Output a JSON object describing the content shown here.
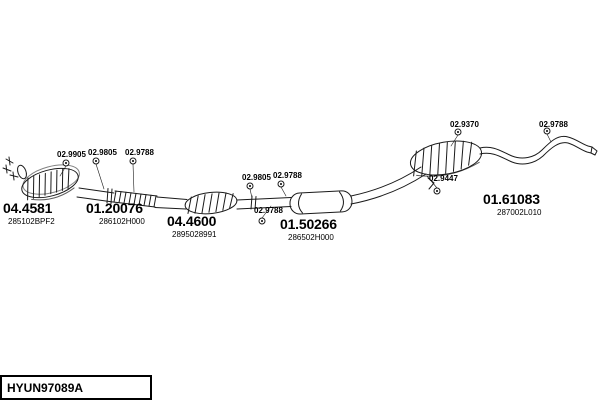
{
  "diagram": {
    "id_label": "HYUN97089A",
    "parts": [
      {
        "callout": "04.4581",
        "part_number": "285102BPF2"
      },
      {
        "callout": "01.20076",
        "part_number": "286102H000"
      },
      {
        "callout": "04.4600",
        "part_number": "2895028991"
      },
      {
        "callout": "01.50266",
        "part_number": "286502H000"
      },
      {
        "callout": "01.61083",
        "part_number": "287002L010"
      }
    ],
    "fasteners": [
      {
        "callout": "02.9905"
      },
      {
        "callout": "02.9805"
      },
      {
        "callout": "02.9788"
      },
      {
        "callout": "02.9805"
      },
      {
        "callout": "02.9788"
      },
      {
        "callout": "02.9788"
      },
      {
        "callout": "02.9447"
      },
      {
        "callout": "02.9370"
      },
      {
        "callout": "02.9788"
      }
    ],
    "colors": {
      "ink": "#000000",
      "line": "#1a1a1a",
      "background": "#ffffff"
    }
  }
}
